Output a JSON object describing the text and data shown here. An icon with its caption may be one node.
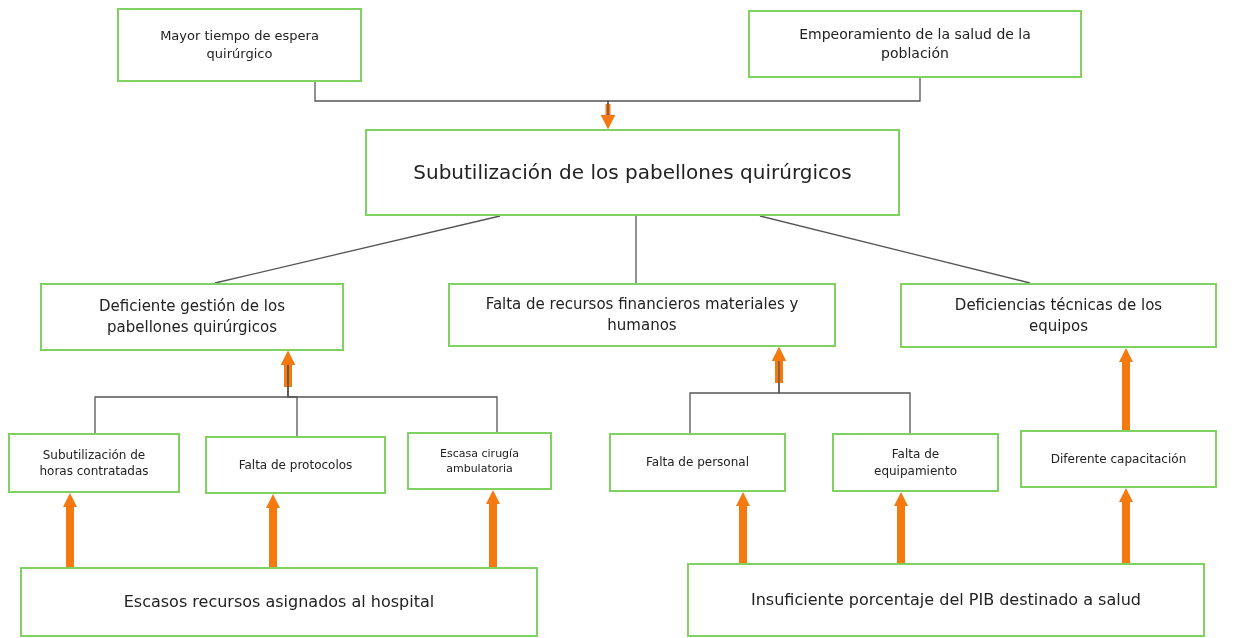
{
  "diagram": {
    "nodes": [
      {
        "text": [
          "Mayor tiempo de espera quirúrgico"
        ]
      },
      {
        "text": [
          "Empeoramiento de la salud de la población"
        ]
      },
      {
        "text": [
          "Subutilización de los pabellones quirúrgicos"
        ]
      },
      {
        "text": [
          "Deficiente gestión de los pabellones quirúrgicos"
        ]
      },
      {
        "text": [
          "Falta de recursos financieros materiales y humanos"
        ]
      },
      {
        "text": [
          "Deficiencias técnicas de los equipos"
        ]
      },
      {
        "text": [
          "Subutilización de horas contratadas"
        ]
      },
      {
        "text": [
          "Falta de protocolos"
        ]
      },
      {
        "text": [
          "Escasa cirugía ambulatoria"
        ]
      },
      {
        "text": [
          "Falta de personal"
        ]
      },
      {
        "text": [
          "Falta de equipamiento"
        ]
      },
      {
        "text": [
          "Diferente capacitación"
        ]
      },
      {
        "text": [
          "Escasos recursos asignados al hospital"
        ]
      },
      {
        "text": [
          "Insuficiente porcentaje del PIB destinado a salud"
        ]
      }
    ],
    "edges": [
      {
        "from": 0,
        "to": 2,
        "arrow": "to"
      },
      {
        "from": 1,
        "to": 2,
        "arrow": "to"
      },
      {
        "from": 3,
        "to": 2,
        "arrow": "none"
      },
      {
        "from": 4,
        "to": 2,
        "arrow": "none"
      },
      {
        "from": 5,
        "to": 2,
        "arrow": "none"
      },
      {
        "from": 6,
        "to": 3,
        "arrow": "to"
      },
      {
        "from": 7,
        "to": 3,
        "arrow": "to"
      },
      {
        "from": 8,
        "to": 3,
        "arrow": "to"
      },
      {
        "from": 9,
        "to": 4,
        "arrow": "to"
      },
      {
        "from": 10,
        "to": 4,
        "arrow": "to"
      },
      {
        "from": 11,
        "to": 5,
        "arrow": "to",
        "style": "thick",
        "color": "#f47a0f"
      },
      {
        "from": 12,
        "to": 6,
        "arrow": "to",
        "style": "thick",
        "color": "#f47a0f"
      },
      {
        "from": 12,
        "to": 7,
        "arrow": "to",
        "style": "thick",
        "color": "#f47a0f"
      },
      {
        "from": 12,
        "to": 8,
        "arrow": "to",
        "style": "thick",
        "color": "#f47a0f"
      },
      {
        "from": 13,
        "to": 9,
        "arrow": "to",
        "style": "thick",
        "color": "#f47a0f"
      },
      {
        "from": 13,
        "to": 10,
        "arrow": "to",
        "style": "thick",
        "color": "#f47a0f"
      },
      {
        "from": 13,
        "to": 11,
        "arrow": "to",
        "style": "thick",
        "color": "#f47a0f"
      }
    ]
  }
}
